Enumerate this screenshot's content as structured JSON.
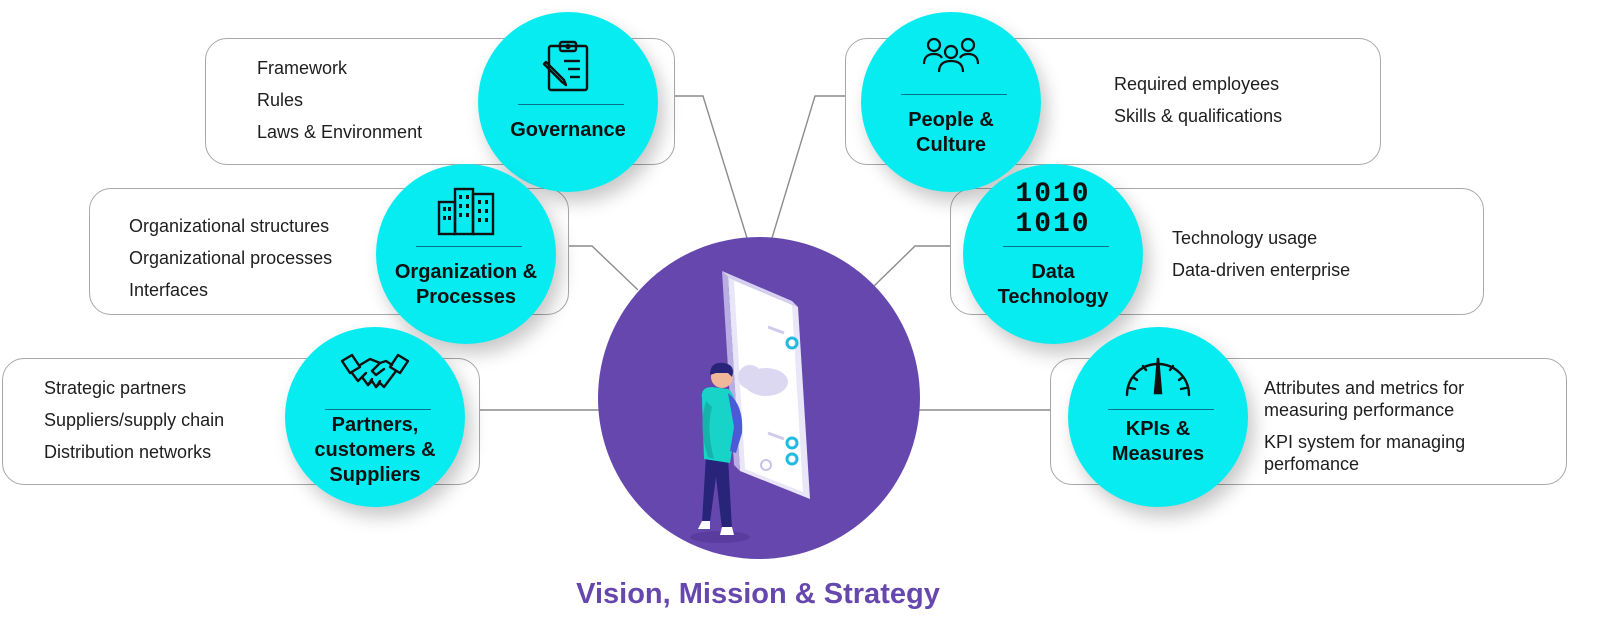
{
  "pillars": {
    "governance": {
      "label": "Governance",
      "icon": "clipboard-icon",
      "items": [
        "Framework",
        "Rules",
        "Laws & Environment"
      ]
    },
    "organization": {
      "label": "Organization & Processes",
      "icon": "buildings-icon",
      "items": [
        "Organizational structures",
        "Organizational processes",
        "Interfaces"
      ]
    },
    "partners": {
      "label": "Partners, customers & Suppliers",
      "icon": "handshake-icon",
      "items": [
        "Strategic partners",
        "Suppliers/supply chain",
        "Distribution networks"
      ]
    },
    "people": {
      "label": "People & Culture",
      "icon": "people-icon",
      "items": [
        "Required employees",
        "Skills & qualifications"
      ]
    },
    "data": {
      "label": "Data Technology",
      "icon": "binary-icon",
      "icon_text": [
        "1010",
        "1010"
      ],
      "items": [
        "Technology usage",
        "Data-driven enterprise"
      ]
    },
    "kpis": {
      "label": "KPIs & Measures",
      "icon": "gauge-icon",
      "items": [
        "Attributes and metrics for measuring performance",
        "KPI system for managing perfomance"
      ]
    }
  },
  "center": {
    "title": "Vision, Mission & Strategy",
    "illustration": "person-with-tablet-illustration"
  },
  "colors": {
    "bubble": "#07ecf0",
    "center": "#6647ae",
    "title": "#6647ae",
    "border": "#a8a8a8"
  }
}
